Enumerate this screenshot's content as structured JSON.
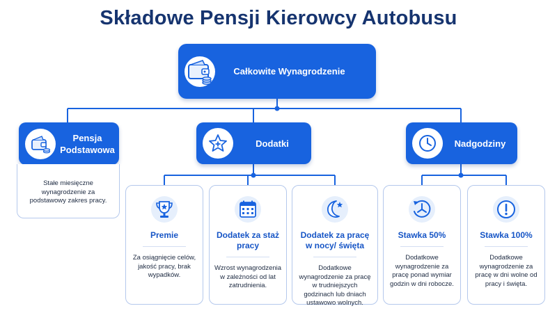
{
  "title": "Składowe Pensji Kierowcy Autobusu",
  "colors": {
    "primary": "#1863df",
    "title": "#16346f",
    "accent_text": "#1655c6",
    "border": "#b4c8ec"
  },
  "root": {
    "label": "Całkowite Wynagrodzenie",
    "icon": "wallet-coins-icon"
  },
  "categories": [
    {
      "label": "Pensja Podstawowa",
      "icon": "wallet-icon",
      "description": "Stałe miesięczne wynagrodzenie za podstawowy zakres pracy."
    },
    {
      "label": "Dodatki",
      "icon": "star-plus-icon"
    },
    {
      "label": "Nadgodziny",
      "icon": "clock-icon"
    }
  ],
  "dodatki": [
    {
      "label": "Premie",
      "icon": "trophy-icon",
      "description": "Za osiągnięcie celów, jakość pracy, brak wypadków."
    },
    {
      "label": "Dodatek za staż pracy",
      "icon": "calendar-icon",
      "description": "Wzrost wynagrodzenia w zależności od lat zatrudnienia."
    },
    {
      "label": "Dodatek za pracę w nocy/ święta",
      "icon": "moon-star-icon",
      "description": "Dodatkowe wynagrodzenie za pracę w trudniejszych godzinach lub dniach ustawowo wolnych."
    }
  ],
  "nadgodziny": [
    {
      "label": "Stawka 50%",
      "icon": "clock-arrow-icon",
      "description": "Dodatkowe wynagrodzenie za pracę ponad wymiar godzin w dni robocze."
    },
    {
      "label": "Stawka 100%",
      "icon": "exclamation-icon",
      "description": "Dodatkowe wynagrodzenie za pracę w dni wolne od pracy i święta."
    }
  ]
}
